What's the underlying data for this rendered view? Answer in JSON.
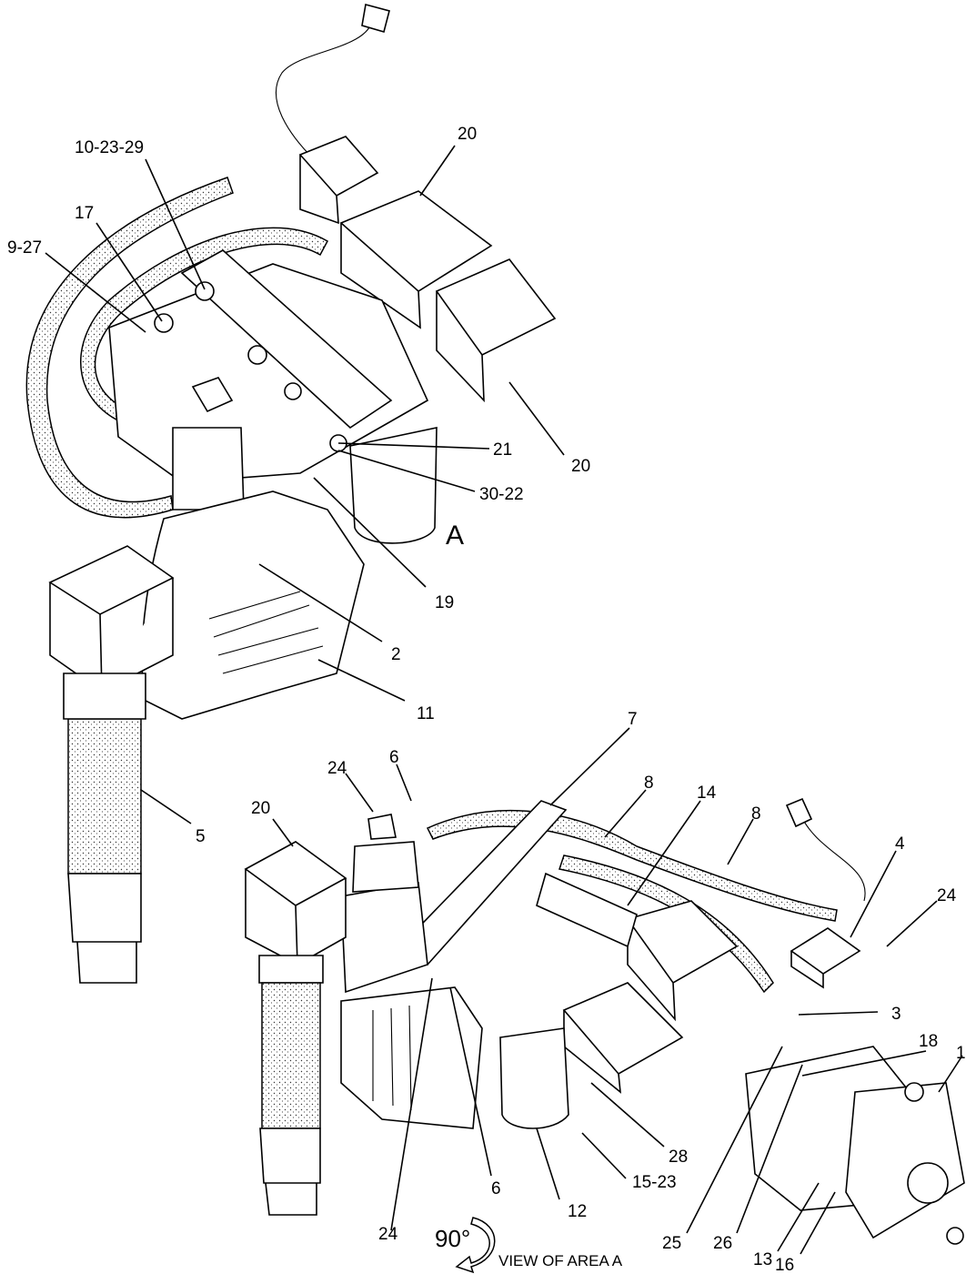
{
  "labels": {
    "l_10_23_29": "10-23-29",
    "l_20_top": "20",
    "l_17": "17",
    "l_9_27": "9-27",
    "l_21": "21",
    "l_20_right": "20",
    "l_30_22": "30-22",
    "l_A": "A",
    "l_19": "19",
    "l_2": "2",
    "l_11": "11",
    "l_5": "5",
    "l_7": "7",
    "l_6_top": "6",
    "l_24_top": "24",
    "l_8_left": "8",
    "l_14": "14",
    "l_8_right": "8",
    "l_20_left": "20",
    "l_4": "4",
    "l_24_right": "24",
    "l_3": "3",
    "l_18": "18",
    "l_1": "1",
    "l_28": "28",
    "l_15_23": "15-23",
    "l_6_bottom": "6",
    "l_24_bottom": "24",
    "l_12": "12",
    "l_25": "25",
    "l_26": "26",
    "l_13": "13",
    "l_16": "16"
  },
  "footer": {
    "rotation": "90°",
    "caption": "VIEW OF AREA A"
  }
}
